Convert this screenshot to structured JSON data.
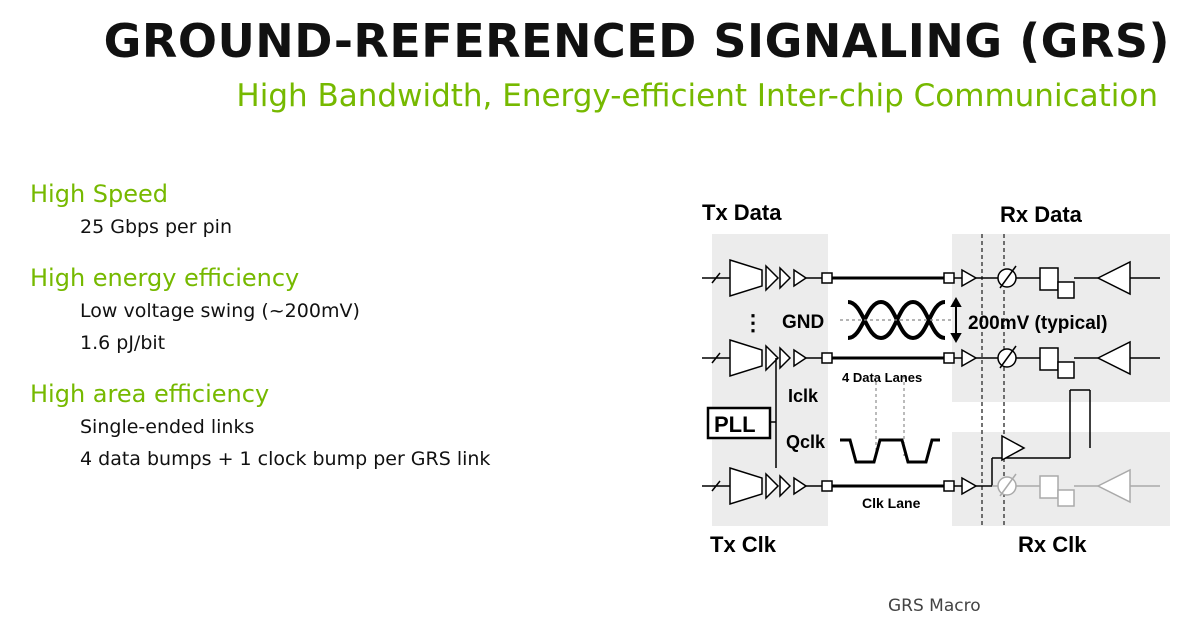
{
  "slide": {
    "title": "GROUND-REFERENCED SIGNALING (GRS)",
    "subtitle": "High Bandwidth, Energy-efficient Inter-chip Communication"
  },
  "bullets": [
    {
      "heading": "High Speed",
      "items": [
        "25 Gbps per pin"
      ]
    },
    {
      "heading": "High energy efficiency",
      "items": [
        "Low voltage swing (~200mV)",
        "1.6 pJ/bit"
      ]
    },
    {
      "heading": "High area efficiency",
      "items": [
        "Single-ended links",
        "4 data bumps + 1 clock bump per GRS link"
      ]
    }
  ],
  "diagram": {
    "labels": {
      "tx_data": "Tx Data",
      "rx_data": "Rx Data",
      "tx_clk": "Tx Clk",
      "rx_clk": "Rx Clk",
      "gnd": "GND",
      "swing": "200mV (typical)",
      "data_lanes": "4 Data Lanes",
      "clk_lane": "Clk Lane",
      "pll": "PLL",
      "iclk": "Iclk",
      "qclk": "Qclk",
      "ellipsis": "⋮"
    },
    "caption": "GRS Macro",
    "colors": {
      "accent_green": "#76b900",
      "panel_gray": "#ececec",
      "faded": "#aaaaaa"
    }
  }
}
